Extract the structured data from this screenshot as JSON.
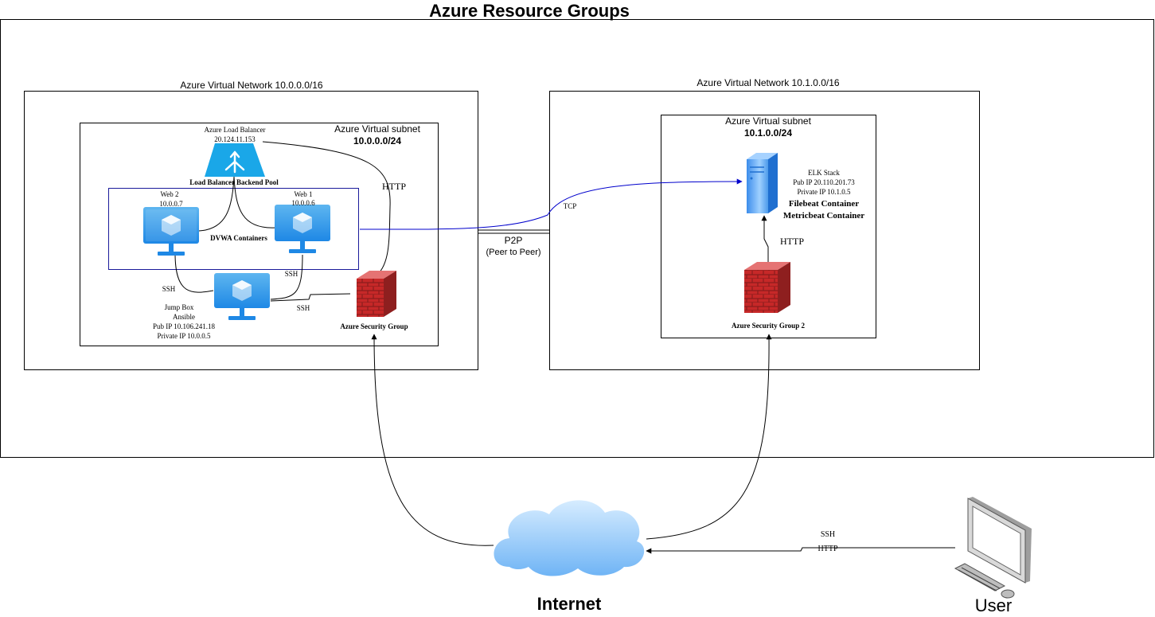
{
  "title": "Azure Resource Groups",
  "vnet_left": {
    "label": "Azure Virtual Network 10.0.0.0/16",
    "subnet_line1": "Azure Virtual subnet",
    "subnet_line2": "10.0.0.0/24",
    "load_balancer": {
      "line1": "Azure Load Balancer",
      "line2": "20.124.11.153"
    },
    "backend_pool_label": "Load Balancer Backend Pool",
    "web2": {
      "line1": "Web 2",
      "line2": "10.0.0.7"
    },
    "web1": {
      "line1": "Web 1",
      "line2": "10.0.0.6"
    },
    "containers_label": "DVWA Containers",
    "jump_box": {
      "line1": "Jump Box",
      "line2": "Ansible",
      "line3": "Pub IP 10.106.241.18",
      "line4": "Private IP 10.0.0.5"
    },
    "security_group_label": "Azure Security Group",
    "http_label": "HTTP",
    "ssh_label_left": "SSH",
    "ssh_label_web1": "SSH",
    "ssh_label_sg": "SSH"
  },
  "vnet_right": {
    "label": "Azure Virtual Network 10.1.0.0/16",
    "subnet_line1": "Azure Virtual subnet",
    "subnet_line2": "10.1.0.0/24",
    "elk": {
      "line1": "ELK Stack",
      "line2": "Pub IP 20.110.201.73",
      "line3": "Private IP 10.1.0.5",
      "line4": "Filebeat Container",
      "line5": "Metricbeat Container"
    },
    "http_label": "HTTP",
    "security_group_label": "Azure Security Group 2"
  },
  "peering": {
    "line1": "P2P",
    "line2": "(Peer to Peer)"
  },
  "tcp_label": "TCP",
  "internet_label": "Internet",
  "user_label": "User",
  "user_link": {
    "line1": "SSH",
    "line2": "HTTP"
  },
  "colors": {
    "azure_blue": "#1E88E5",
    "azure_light": "#5EB6F0",
    "firewall_red": "#B71C1C",
    "tcp_line": "#0000CC",
    "cloud": "#7FBFFF"
  },
  "icons": {
    "load_balancer": "load-balancer-icon",
    "vm": "virtual-machine-icon",
    "firewall": "firewall-icon",
    "server": "server-icon",
    "cloud": "cloud-icon",
    "user": "desktop-computer-icon"
  }
}
